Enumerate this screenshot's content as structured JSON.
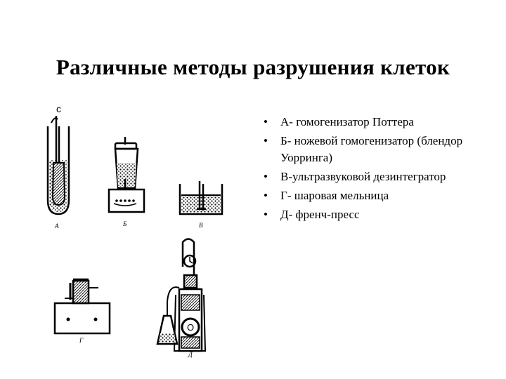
{
  "slide": {
    "title": "Различные методы разрушения клеток",
    "bullets": [
      "А- гомогенизатор Поттера",
      "Б- ножевой гомогенизатор (блендор Уорринга)",
      "В-ультразвуковой дезинтегратор",
      "Г- шаровая мельница",
      "Д- френч-пресс"
    ]
  },
  "figure": {
    "labels": [
      "А",
      "Б",
      "В",
      "Г",
      "Д"
    ]
  }
}
